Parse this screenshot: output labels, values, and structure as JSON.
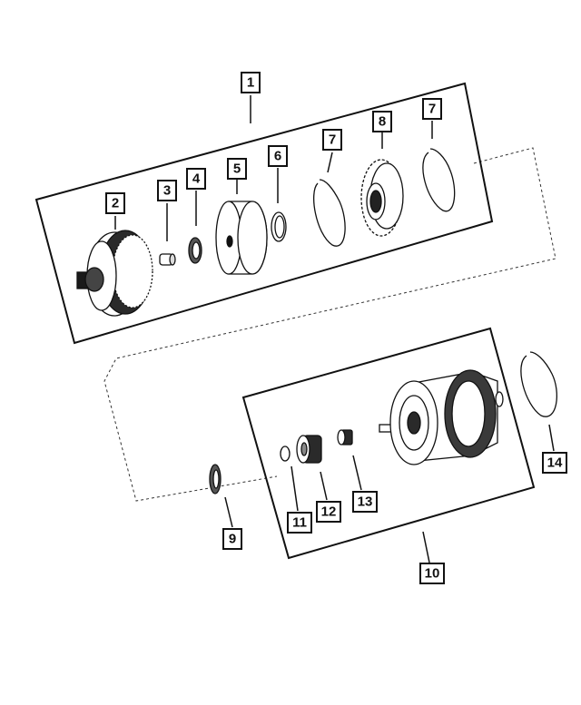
{
  "callouts": {
    "c1": "1",
    "c2": "2",
    "c3": "3",
    "c4": "4",
    "c5": "5",
    "c6": "6",
    "c7a": "7",
    "c7b": "7",
    "c8": "8",
    "c9": "9",
    "c10": "10",
    "c11": "11",
    "c12": "12",
    "c13": "13",
    "c14": "14"
  },
  "colors": {
    "line": "#111111",
    "fill": "#ffffff",
    "shade": "#cfcfcf",
    "dark": "#1a1a1a"
  }
}
